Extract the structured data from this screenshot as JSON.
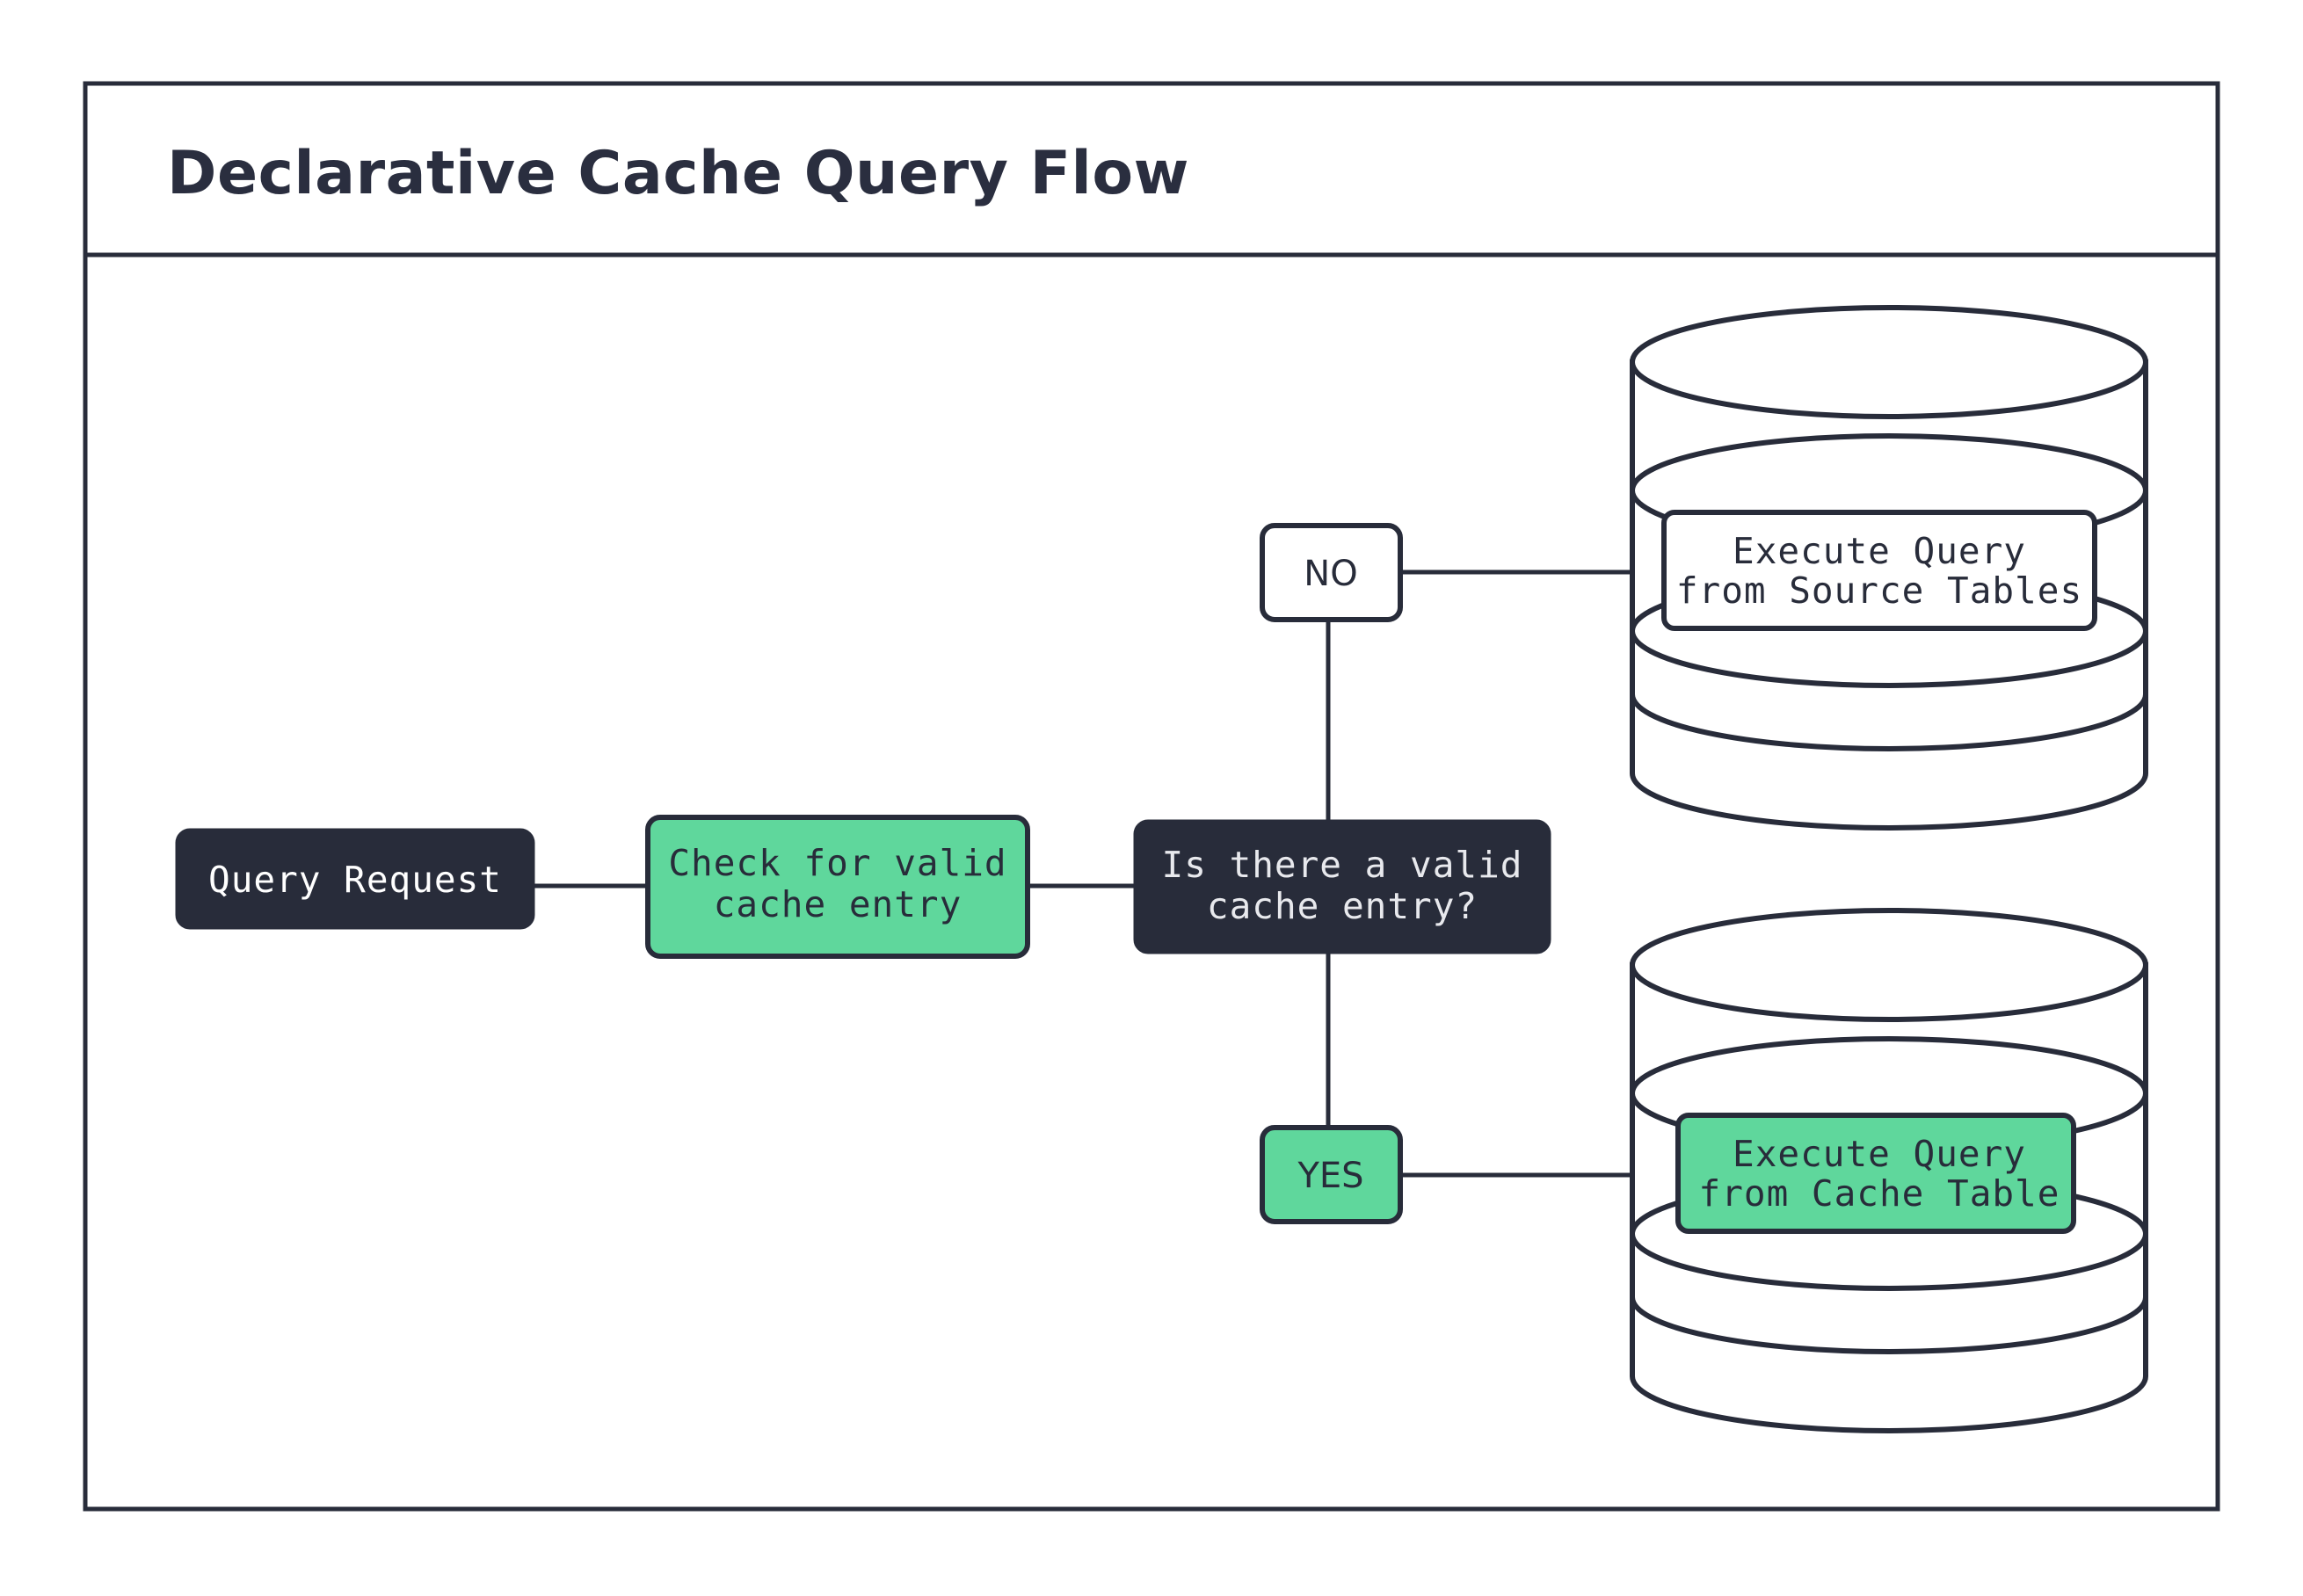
{
  "page": {
    "title": "Declarative Cache Query Flow",
    "background_color": "#ffffff",
    "frame_border_color": "#282C3A"
  },
  "colors": {
    "dark": "#282C3A",
    "green": "#5FD79C",
    "white": "#FFFFFF",
    "text_light": "#E8E9ED"
  },
  "diagram": {
    "nodes": {
      "query_request": {
        "label": "Query Request",
        "style": "dark"
      },
      "check_cache": {
        "label_line1": "Check for valid",
        "label_line2": "cache entry",
        "style": "green"
      },
      "decision": {
        "label_line1": "Is there a valid",
        "label_line2": "cache entry?",
        "style": "dark"
      },
      "branch_no": {
        "label": "NO",
        "style": "white"
      },
      "branch_yes": {
        "label": "YES",
        "style": "green"
      },
      "source_db": {
        "label_line1": "Execute Query",
        "label_line2": "from Source Tables",
        "style": "white",
        "shape": "database"
      },
      "cache_db": {
        "label_line1": "Execute Query",
        "label_line2": "from Cache Table",
        "style": "green",
        "shape": "database"
      }
    },
    "edges": [
      {
        "from": "query_request",
        "to": "check_cache"
      },
      {
        "from": "check_cache",
        "to": "decision"
      },
      {
        "from": "decision",
        "to": "branch_no"
      },
      {
        "from": "branch_no",
        "to": "source_db"
      },
      {
        "from": "decision",
        "to": "branch_yes"
      },
      {
        "from": "branch_yes",
        "to": "cache_db"
      }
    ]
  }
}
